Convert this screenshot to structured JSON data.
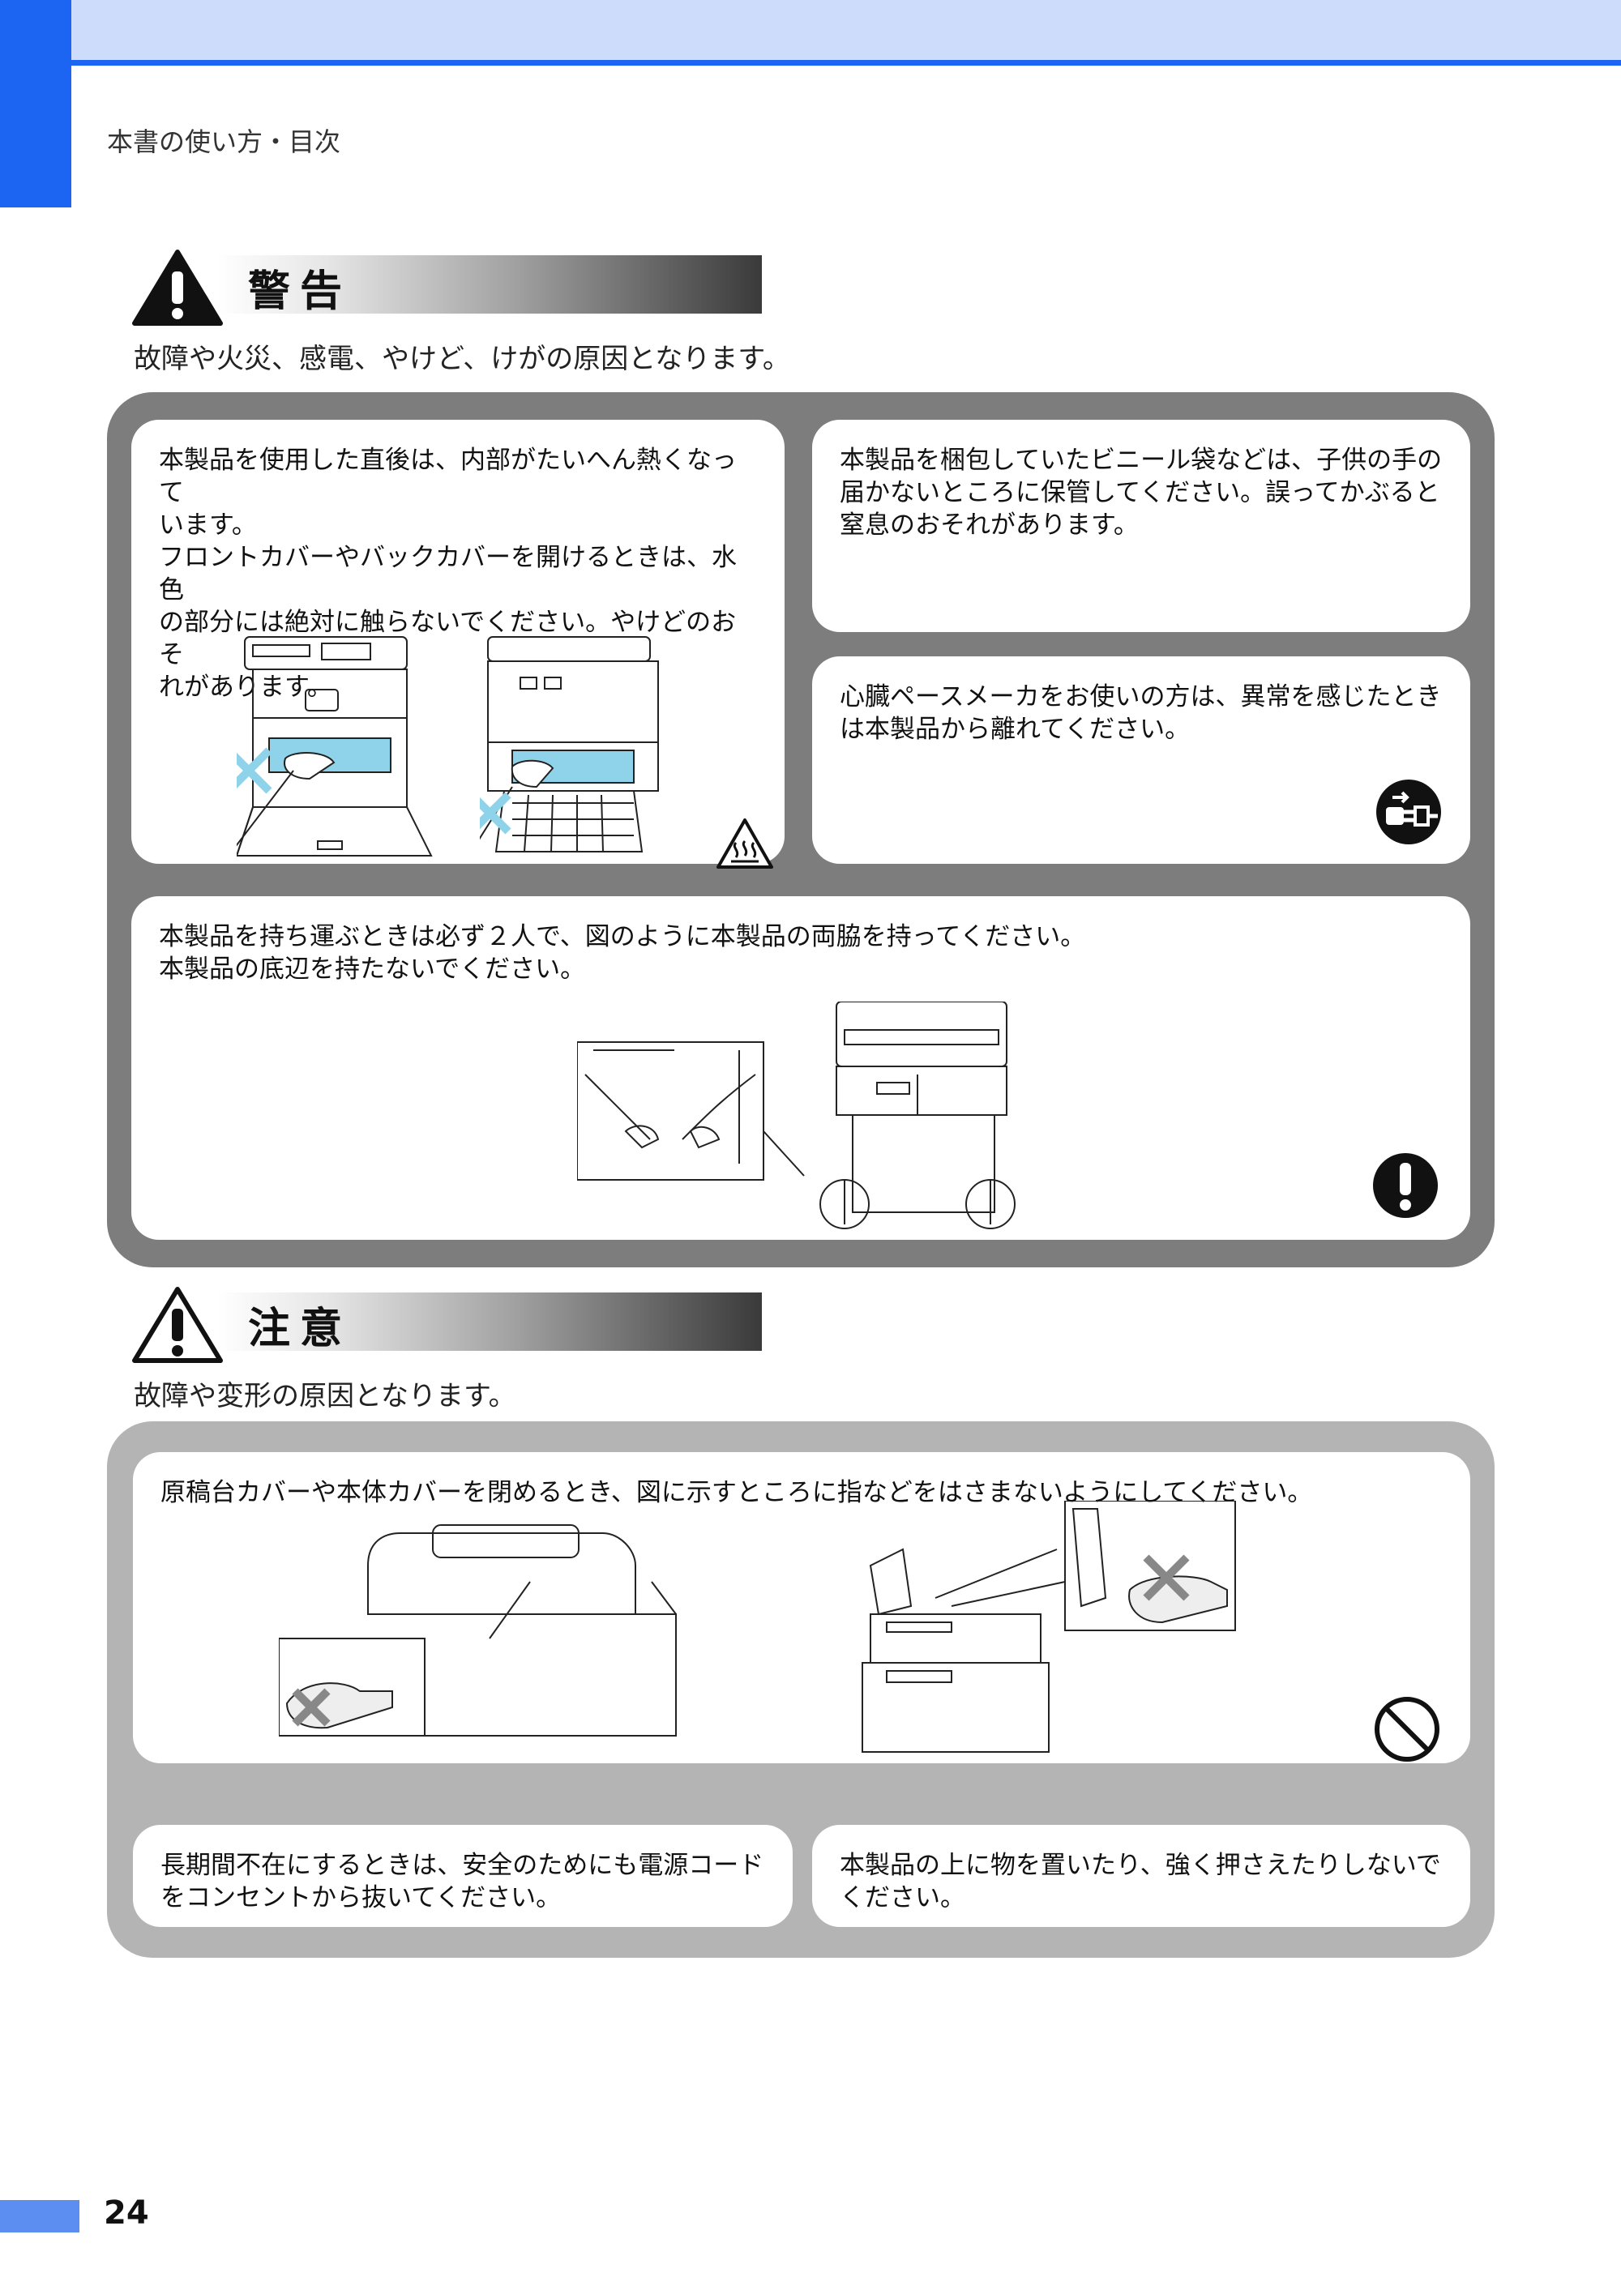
{
  "header": {
    "breadcrumb": "本書の使い方・目次"
  },
  "warning": {
    "title": "警告",
    "subtitle": "故障や火災、感電、やけど、けがの原因となります。",
    "items": [
      {
        "lines": [
          "本製品を使用した直後は、内部がたいへん熱くなって",
          "います。",
          "フロントカバーやバックカバーを開けるときは、水色",
          "の部分には絶対に触らないでください。やけどのおそ",
          "れがあります。"
        ]
      },
      {
        "lines": [
          "本製品を梱包していたビニール袋などは、子供の手の",
          "届かないところに保管してください。誤ってかぶると",
          "窒息のおそれがあります。"
        ]
      },
      {
        "lines": [
          "心臓ペースメーカをお使いの方は、異常を感じたとき",
          "は本製品から離れてください。"
        ]
      },
      {
        "lines": [
          "本製品を持ち運ぶときは必ず２人で、図のように本製品の両脇を持ってください。",
          "本製品の底辺を持たないでください。"
        ]
      }
    ]
  },
  "caution": {
    "title": "注意",
    "subtitle": "故障や変形の原因となります。",
    "items": [
      {
        "lines": [
          "原稿台カバーや本体カバーを閉めるとき、図に示すところに指などをはさまないようにしてください。"
        ]
      },
      {
        "lines": [
          "長期間不在にするときは、安全のためにも電源コード",
          "をコンセントから抜いてください。"
        ]
      },
      {
        "lines": [
          "本製品の上に物を置いたり、強く押さえたりしないで",
          "ください。"
        ]
      }
    ]
  },
  "footer": {
    "page_number": "24"
  },
  "colors": {
    "accent_blue": "#1c64f2",
    "header_band": "#cddcfb",
    "warning_panel": "#7d7d7d",
    "caution_panel": "#b4b4b4",
    "hot_parts": "#8fd3ea"
  },
  "icons": [
    "warning-triangle-icon",
    "hot-surface-icon",
    "unplug-icon",
    "mandatory-exclamation-icon",
    "caution-triangle-icon",
    "prohibited-icon"
  ]
}
